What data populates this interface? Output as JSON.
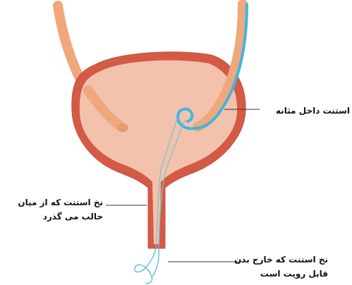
{
  "diagram": {
    "colors": {
      "bladder_wall": "#d45a45",
      "bladder_fill": "#f3c2ad",
      "left_ureter": "#f0a77c",
      "right_ureter": "#f0a77c",
      "stent": "#3fb6de",
      "thread": "#7ec3c8",
      "leader_line": "#333333"
    },
    "labels": {
      "bladder_stent": [
        "استنت داخل مثانه"
      ],
      "ureter_thread": [
        "نخ  استنت که از میان",
        "حالب می گذرد"
      ],
      "external_thread": [
        "نخ استنت که خارج بدن",
        "قابل رویت است"
      ]
    }
  }
}
